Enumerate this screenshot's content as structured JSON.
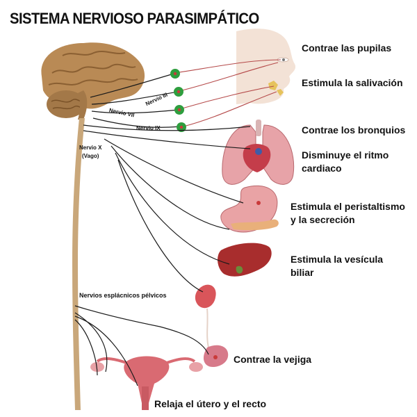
{
  "title": "SISTEMA NERVIOSO PARASIMPÁTICO",
  "nerves": {
    "n3": "Nervio III",
    "n7": "Nervio VII",
    "n9": "Nervio IX",
    "vagus_line1": "Nervio X",
    "vagus_line2": "(Vago)",
    "pelvic": "Nervios esplácnicos pélvicos"
  },
  "effects": {
    "pupils": "Contrae las pupilas",
    "salivation": "Estimula la salivación",
    "bronchi": "Contrae los bronquios",
    "heart_line1": "Disminuye el ritmo",
    "heart_line2": "cardiaco",
    "stomach_line1": "Estimula el peristaltismo",
    "stomach_line2": "y la secreción",
    "gallbladder_line1": "Estimula la vesícula",
    "gallbladder_line2": "biliar",
    "bladder": "Contrae la vejiga",
    "uterus": "Relaja el útero y el recto"
  },
  "colors": {
    "ganglion": "#2e9e3e",
    "nerve_line": "#1a1a1a",
    "target_line": "#b54a4a",
    "spinal_cord": "#c9a77a",
    "brain": "#b98a55"
  }
}
